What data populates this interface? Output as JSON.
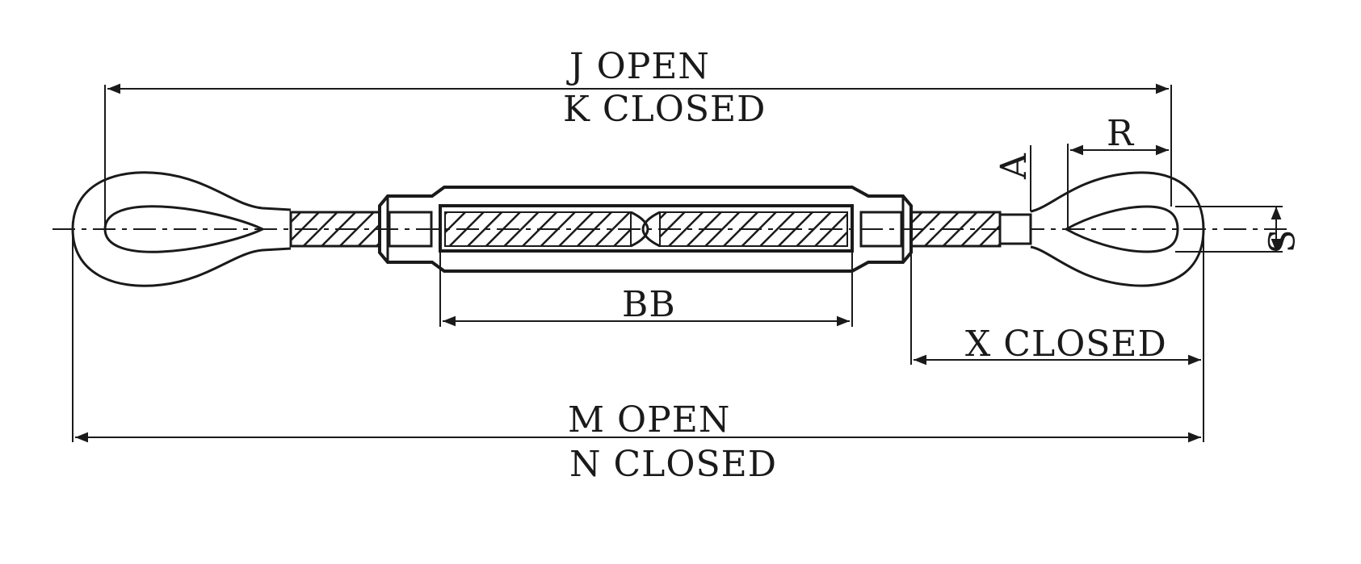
{
  "diagram": {
    "labels": {
      "j_open": "J OPEN",
      "k_closed": "K CLOSED",
      "r": "R",
      "a": "A",
      "s": "S",
      "bb": "BB",
      "x_closed": "X CLOSED",
      "m_open": "M OPEN",
      "n_closed": "N CLOSED"
    },
    "colors": {
      "line": "#1a1a1a",
      "background": "#ffffff"
    }
  }
}
